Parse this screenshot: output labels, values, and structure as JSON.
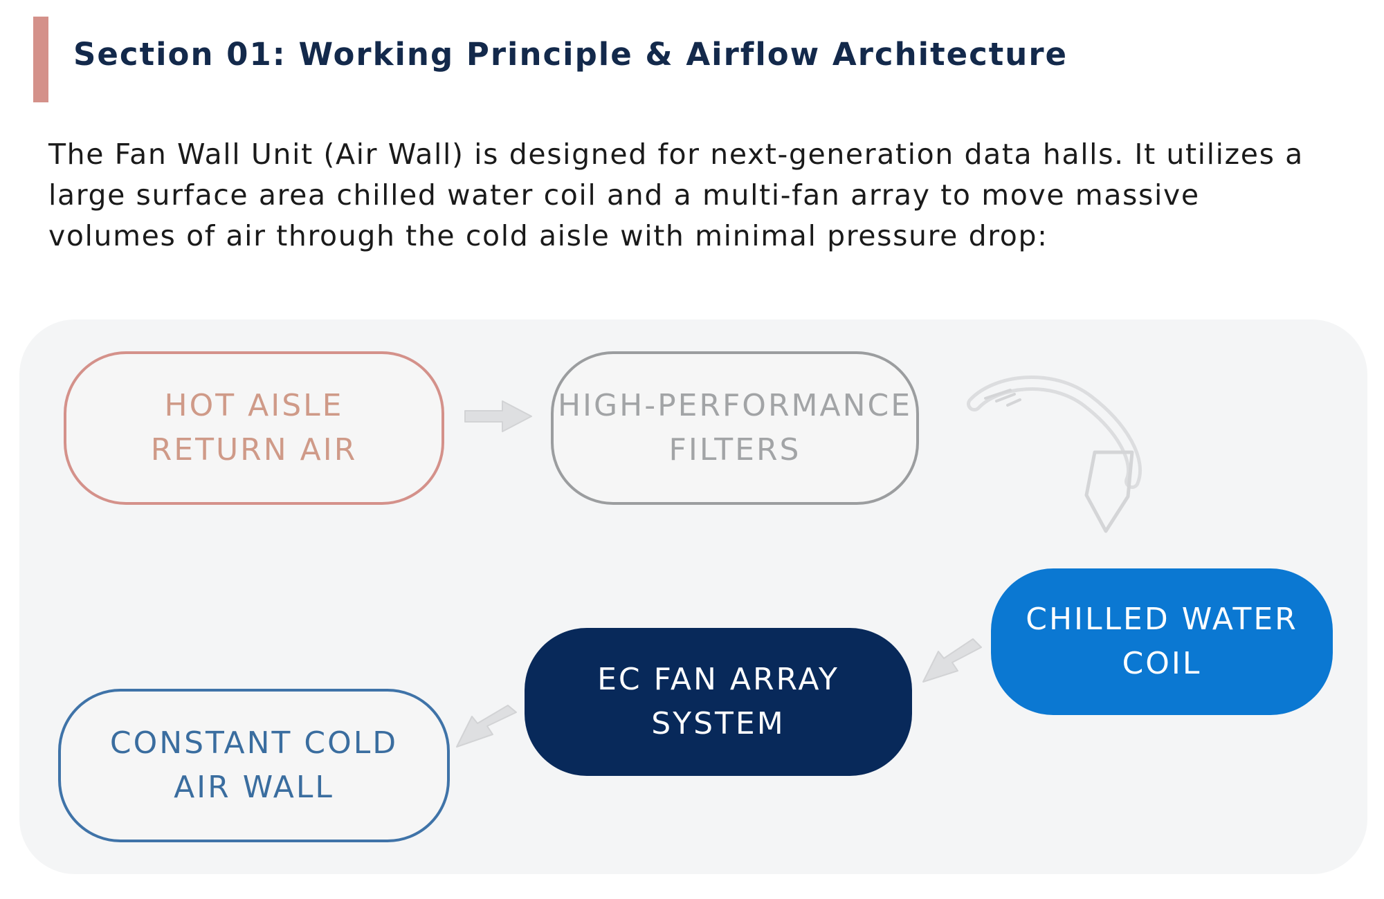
{
  "header": {
    "title": "Section 01: Working Principle & Airflow Architecture",
    "accent_color": "#d4918a"
  },
  "intro": {
    "line1": "The Fan Wall Unit (Air Wall) is designed for next-generation data halls. It utilizes a",
    "line2": "large surface area chilled water coil and a multi-fan array to move massive",
    "line3": "volumes of air through the cold aisle with minimal pressure drop:"
  },
  "diagram": {
    "nodes": [
      {
        "id": "hot-aisle",
        "line1": "HOT AISLE",
        "line2": "RETURN AIR",
        "color": "#d4918a"
      },
      {
        "id": "filters",
        "line1": "HIGH-PERFORMANCE",
        "line2": "FILTERS",
        "color": "#9b9d9f"
      },
      {
        "id": "coil",
        "line1": "CHILLED WATER",
        "line2": "COIL",
        "color": "#0b78d2"
      },
      {
        "id": "fan-array",
        "line1": "EC FAN ARRAY",
        "line2": "SYSTEM",
        "color": "#08295a"
      },
      {
        "id": "cold-wall",
        "line1": "CONSTANT COLD",
        "line2": "AIR WALL",
        "color": "#3f73a8"
      }
    ],
    "flow": [
      [
        "hot-aisle",
        "filters"
      ],
      [
        "filters",
        "coil"
      ],
      [
        "coil",
        "fan-array"
      ],
      [
        "fan-array",
        "cold-wall"
      ]
    ],
    "arrow_color": "#d8d9db"
  }
}
